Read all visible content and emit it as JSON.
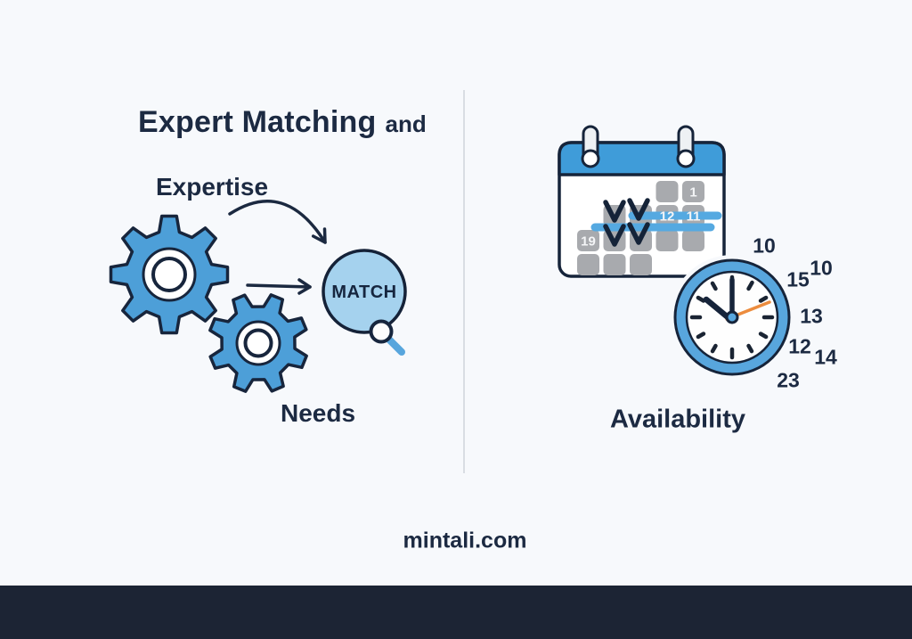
{
  "header": {
    "title_main": "Expert Matching",
    "title_suffix": "and"
  },
  "matching_section": {
    "expertise_label": "Expertise",
    "needs_label": "Needs",
    "match_label": "MATCH"
  },
  "availability_section": {
    "label": "Availability",
    "calendar_day_numbers": [
      "1",
      "12",
      "11",
      "19"
    ],
    "clock_numbers": [
      "10",
      "10",
      "15",
      "13",
      "12",
      "14",
      "23"
    ]
  },
  "footer": {
    "brand": "mintali.com"
  },
  "colors": {
    "background": "#f7f9fc",
    "footer_bar": "#1c2434",
    "ink": "#1c2a42",
    "outline_navy": "#17253c",
    "gear_blue": "#4d9fd8",
    "match_circle_blue": "#a5d2ee",
    "highlight_blue": "#55a9e1",
    "calendar_header_blue": "#3f9cd9",
    "calendar_day_gray": "#a8aaae",
    "second_hand_orange": "#ec8c3e"
  }
}
